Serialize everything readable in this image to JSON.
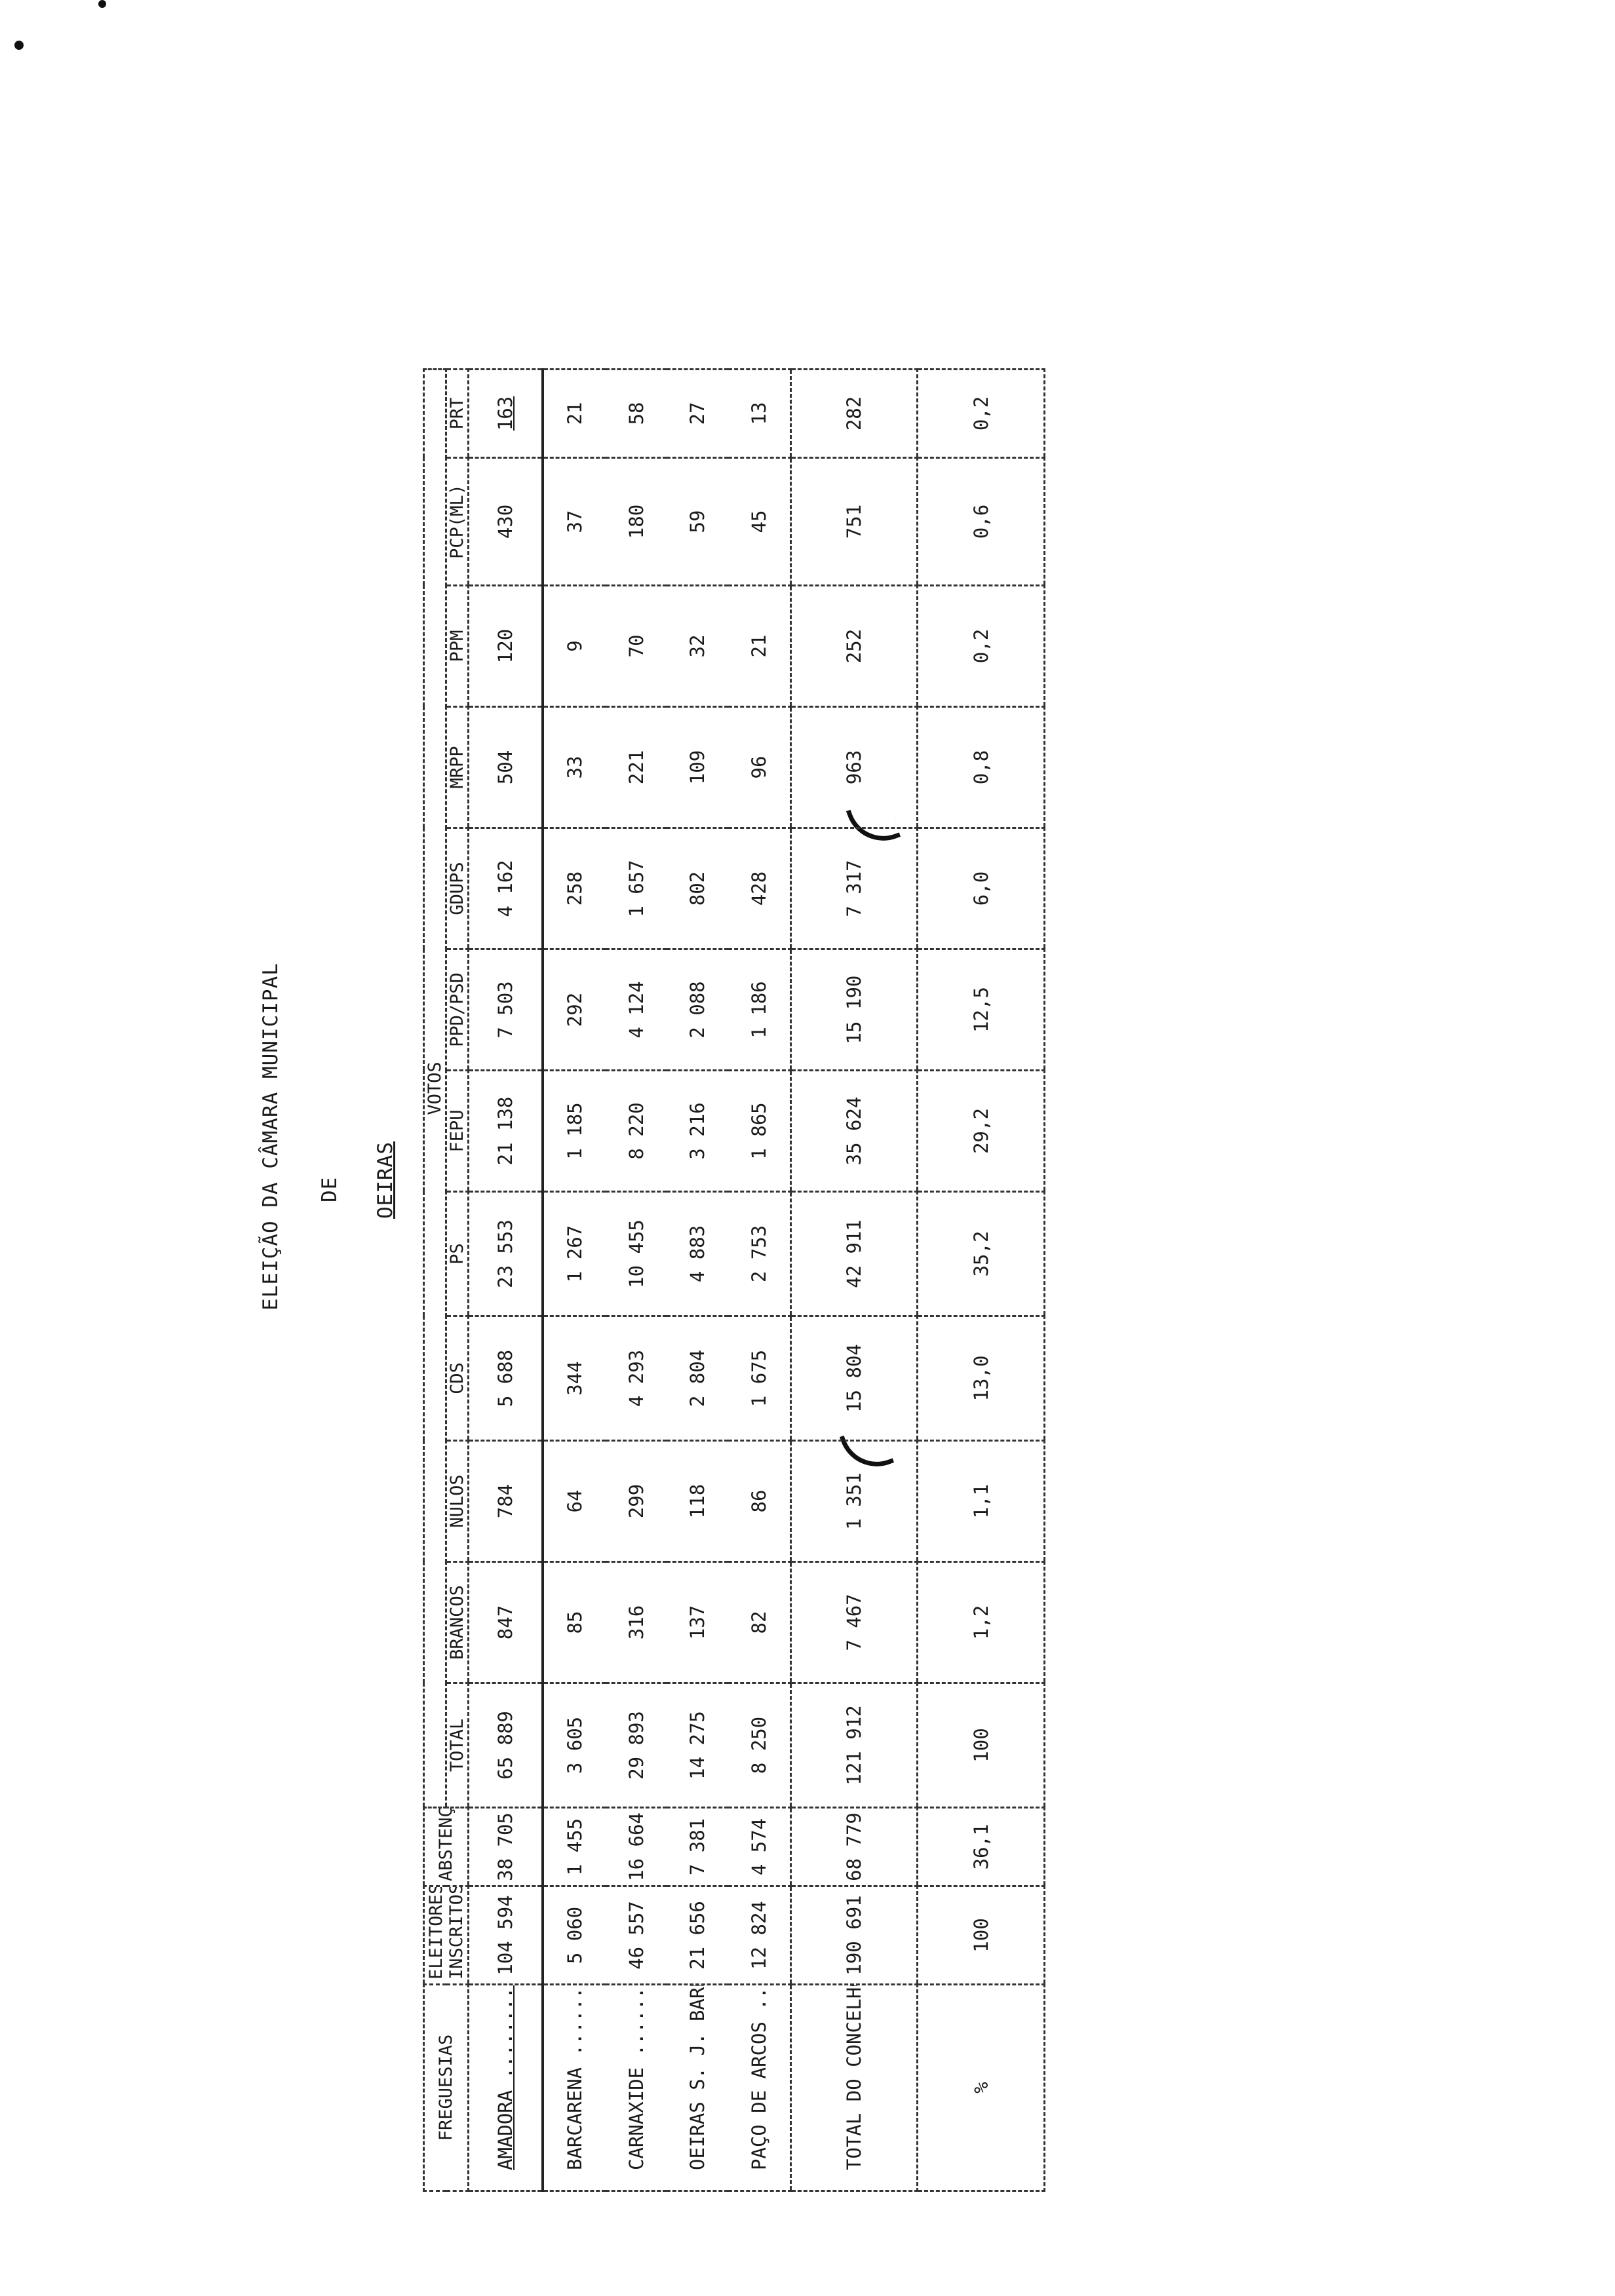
{
  "document": {
    "title": "ELEIÇÃO DA CÂMARA MUNICIPAL",
    "connector": "DE",
    "municipality": "OEIRAS"
  },
  "table": {
    "headers": {
      "freguesias": "FREGUESIAS",
      "eleitores": "ELEITORES INSCRITOS",
      "abstencoes": "ABSTENÇÕES",
      "votos": "VOTOS",
      "total": "TOTAL",
      "brancos": "BRANCOS",
      "nulos": "NULOS",
      "parties": [
        "CDS",
        "PS",
        "FEPU",
        "PPD/PSD",
        "GDUPS",
        "MRPP",
        "PPM",
        "PCP(ML)",
        "PRT"
      ]
    },
    "rows": [
      {
        "name": "AMADORA ..................",
        "eleitores": "104 594",
        "abstencoes": "38 705",
        "total": "65 889",
        "brancos": "847",
        "nulos": "784",
        "votes": [
          "5 688",
          "23 553",
          "21 138",
          "7 503",
          "4 162",
          "504",
          "120",
          "430",
          "163"
        ]
      },
      {
        "name": "BARCARENA .................",
        "eleitores": "5 060",
        "abstencoes": "1 455",
        "total": "3 605",
        "brancos": "85",
        "nulos": "64",
        "votes": [
          "344",
          "1 267",
          "1 185",
          "292",
          "258",
          "33",
          "9",
          "37",
          "21"
        ]
      },
      {
        "name": "CARNAXIDE .................",
        "eleitores": "46 557",
        "abstencoes": "16 664",
        "total": "29 893",
        "brancos": "316",
        "nulos": "299",
        "votes": [
          "4 293",
          "10 455",
          "8 220",
          "4 124",
          "1 657",
          "221",
          "70",
          "180",
          "58"
        ]
      },
      {
        "name": "OEIRAS S. J. BARRA .....",
        "eleitores": "21 656",
        "abstencoes": "7 381",
        "total": "14 275",
        "brancos": "137",
        "nulos": "118",
        "votes": [
          "2 804",
          "4 883",
          "3 216",
          "2 088",
          "802",
          "109",
          "32",
          "59",
          "27"
        ]
      },
      {
        "name": "PAÇO DE ARCOS ............",
        "eleitores": "12 824",
        "abstencoes": "4 574",
        "total": "8 250",
        "brancos": "82",
        "nulos": "86",
        "votes": [
          "1 675",
          "2 753",
          "1 865",
          "1 186",
          "428",
          "96",
          "21",
          "45",
          "13"
        ]
      }
    ],
    "total_row": {
      "name": "TOTAL DO CONCELHO ......",
      "eleitores": "190 691",
      "abstencoes": "68 779",
      "total": "121 912",
      "brancos": "7 467",
      "nulos": "1 351",
      "votes": [
        "15 804",
        "42 911",
        "35 624",
        "15 190",
        "7 317",
        "963",
        "252",
        "751",
        "282"
      ]
    },
    "pct_row": {
      "name": "%",
      "eleitores": "100",
      "abstencoes": "36,1",
      "total": "100",
      "brancos": "1,2",
      "nulos": "1,1",
      "votes": [
        "13,0",
        "35,2",
        "29,2",
        "12,5",
        "6,0",
        "0,8",
        "0,2",
        "0,6",
        "0,2"
      ]
    }
  }
}
